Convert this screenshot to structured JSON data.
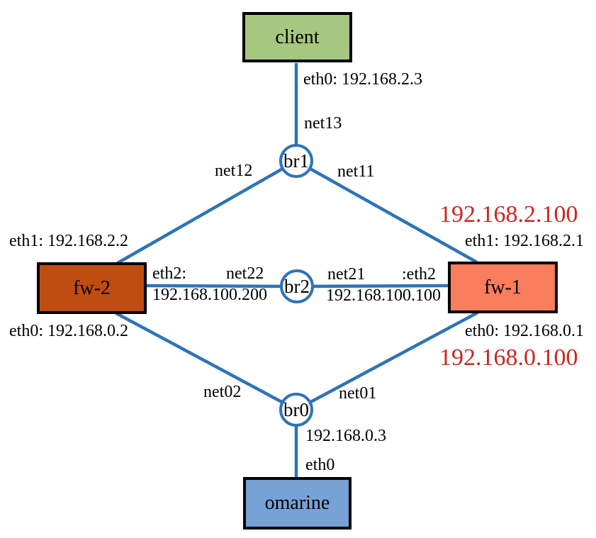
{
  "colors": {
    "background": "#ffffff",
    "edge": "#2e74b5",
    "label_text": "#000000",
    "highlight_text": "#c9271f",
    "node_border": "#000000",
    "client_fill": "#a5c77f",
    "fw2_fill": "#bf4d12",
    "fw1_fill": "#fa7d5e",
    "omarine_fill": "#76a2d6"
  },
  "nodes": {
    "client": {
      "label": "client",
      "fill": "#a5c77f"
    },
    "fw2": {
      "label": "fw-2",
      "fill": "#bf4d12"
    },
    "fw1": {
      "label": "fw-1",
      "fill": "#fa7d5e"
    },
    "omarine": {
      "label": "omarine",
      "fill": "#76a2d6"
    }
  },
  "bridges": {
    "br1": {
      "label": "br1"
    },
    "br2": {
      "label": "br2"
    },
    "br0": {
      "label": "br0"
    }
  },
  "labels": {
    "client_eth0": "eth0: 192.168.2.3",
    "net13": "net13",
    "net12": "net12",
    "net11": "net11",
    "vip_upper": "192.168.2.100",
    "fw1_eth1": "eth1: 192.168.2.1",
    "fw2_eth1": "eth1: 192.168.2.2",
    "fw2_eth2_name": "eth2:",
    "fw2_eth2_ip": "192.168.100.200",
    "net22": "net22",
    "net21": "net21",
    "fw1_eth2_name": ":eth2",
    "fw1_eth2_ip": "192.168.100.100",
    "fw2_eth0": "eth0: 192.168.0.2",
    "fw1_eth0": "eth0: 192.168.0.1",
    "vip_lower": "192.168.0.100",
    "net02": "net02",
    "net01": "net01",
    "omarine_ip": "192.168.0.3",
    "omarine_eth0": "eth0"
  }
}
